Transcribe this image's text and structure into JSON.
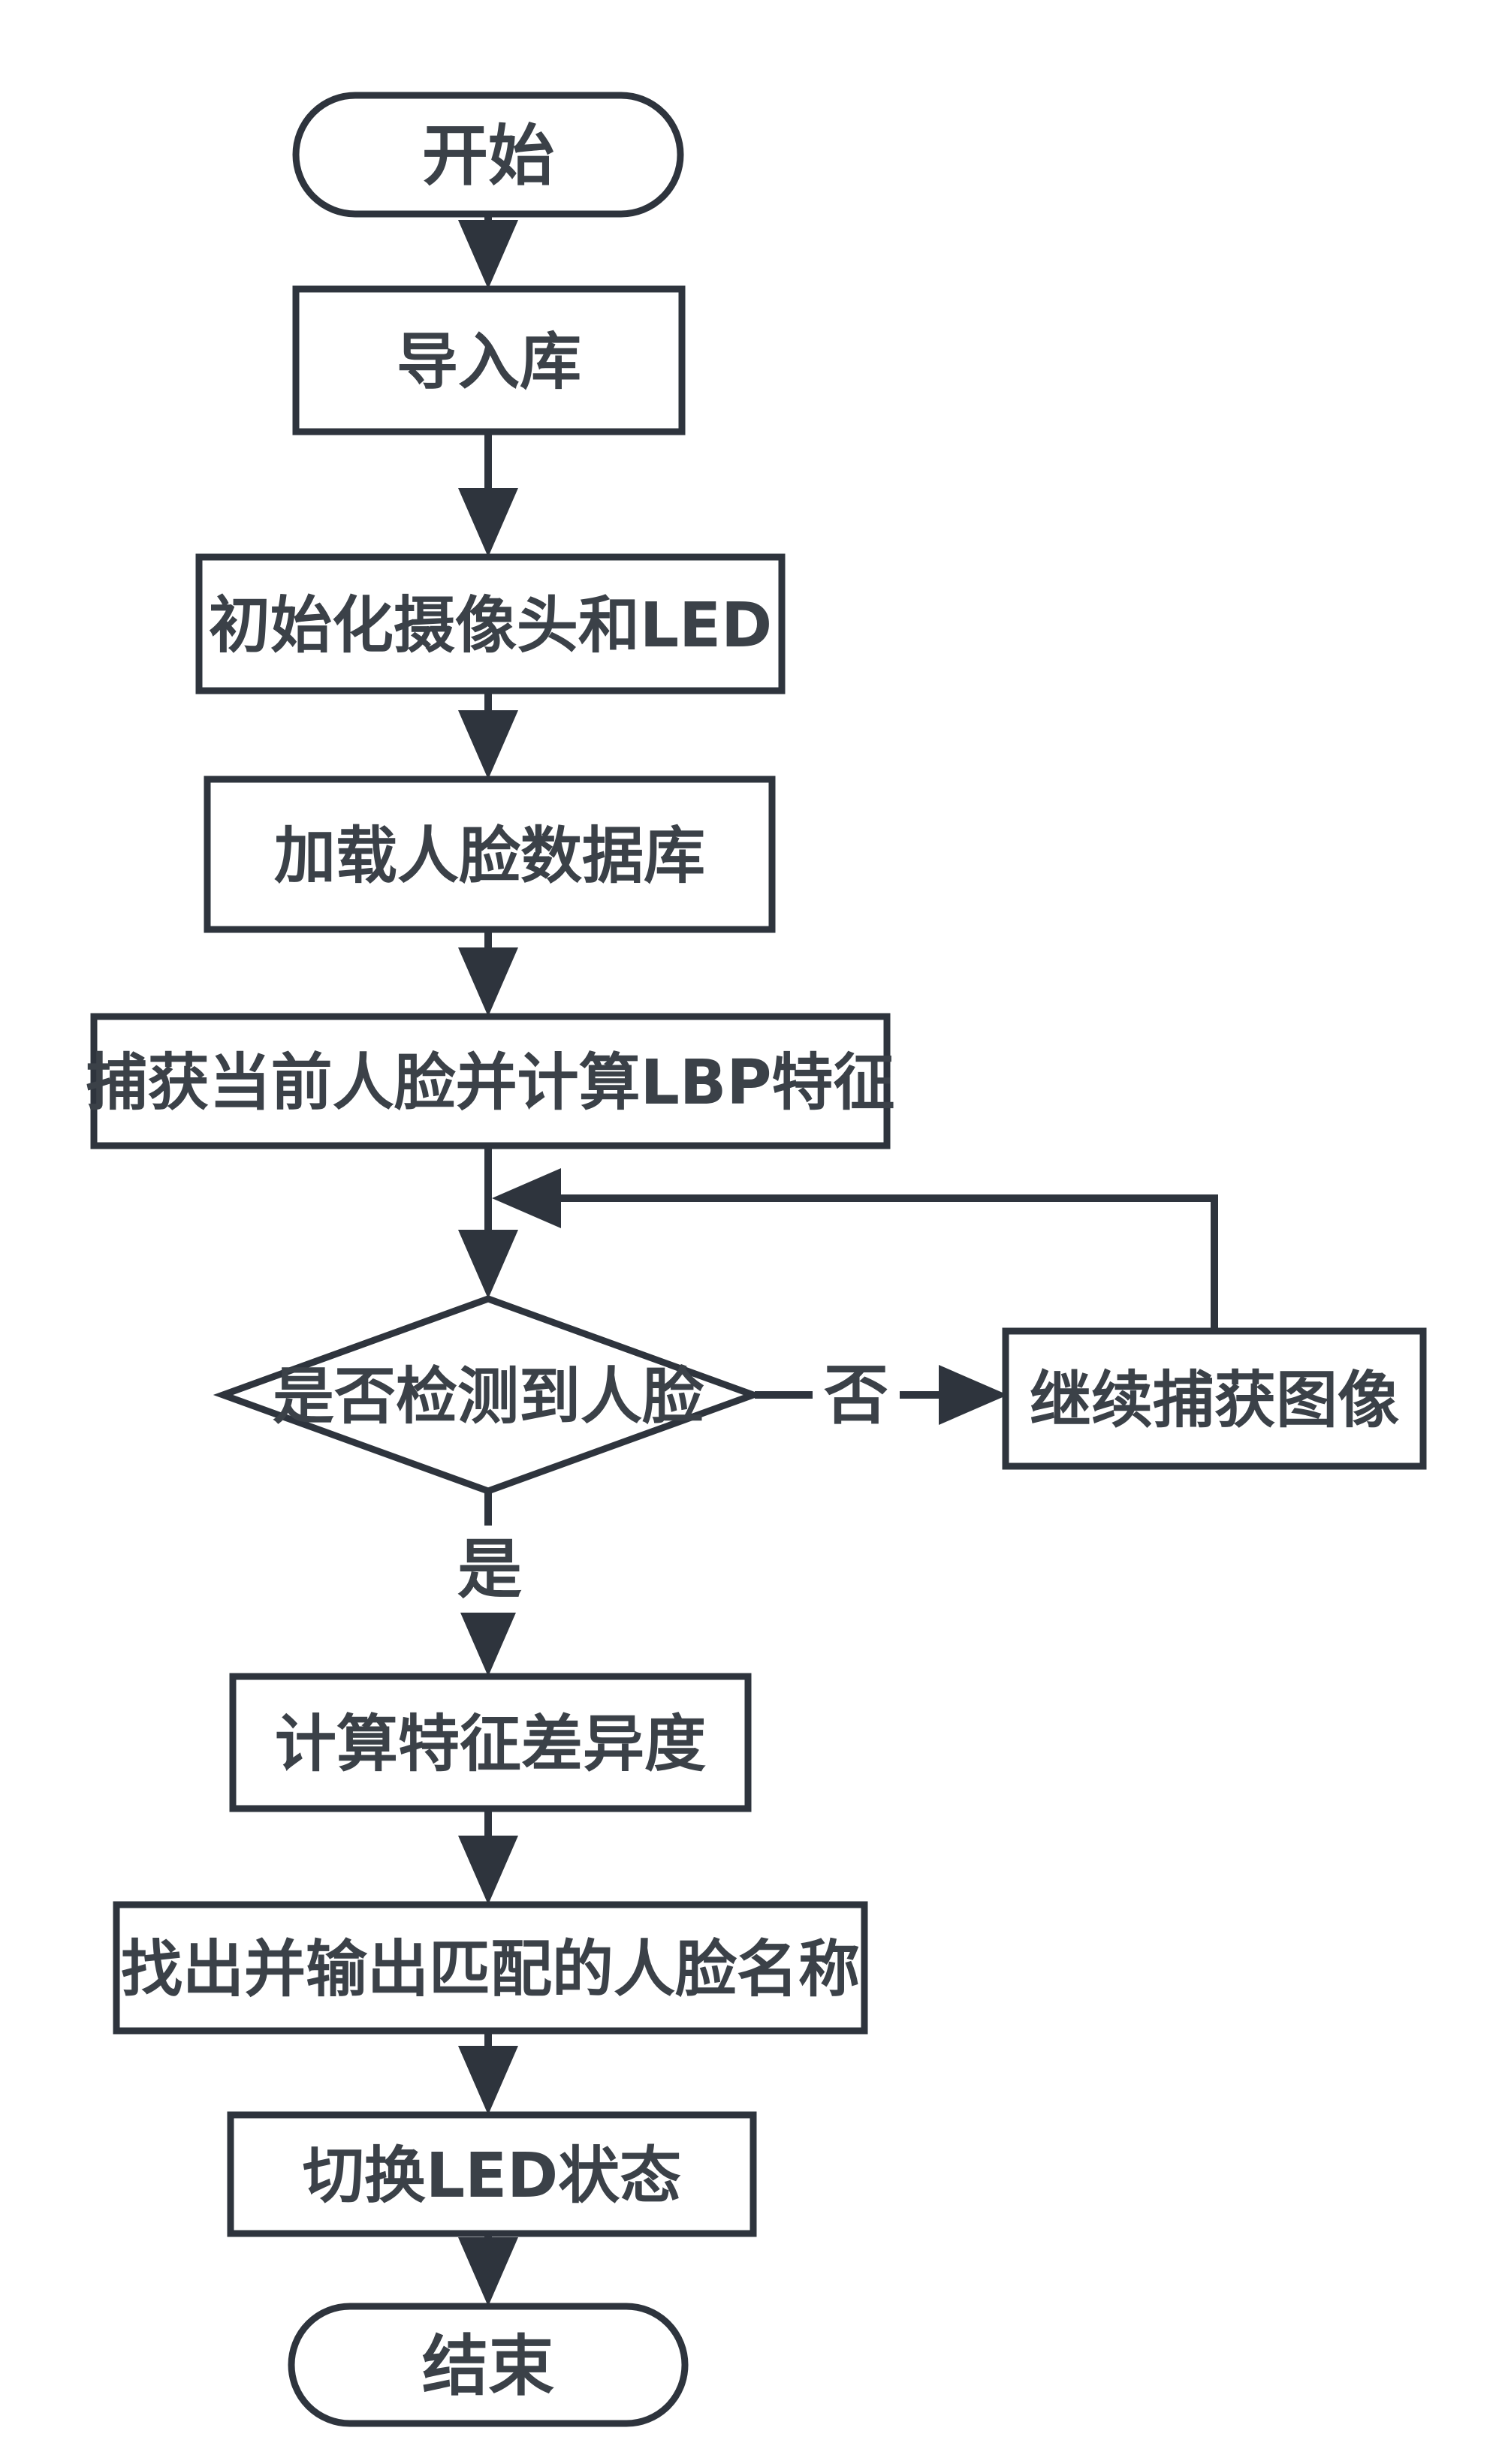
{
  "colors": {
    "stroke": "#2e343d",
    "text": "#3b4148",
    "background": "#ffffff"
  },
  "nodes": {
    "start": {
      "label": "开始"
    },
    "import_lib": {
      "label": "导入库"
    },
    "init_camera_led": {
      "label": "初始化摄像头和LED"
    },
    "load_face_db": {
      "label": "加载人脸数据库"
    },
    "capture_lbp": {
      "label": "捕获当前人脸并计算LBP特征"
    },
    "face_detected": {
      "label": "是否检测到人脸"
    },
    "continue_capture": {
      "label": "继续捕获图像"
    },
    "compute_diff": {
      "label": "计算特征差异度"
    },
    "output_match": {
      "label": "找出并输出匹配的人脸名称"
    },
    "toggle_led": {
      "label": "切换LED状态"
    },
    "end": {
      "label": "结束"
    }
  },
  "edge_labels": {
    "no": "否",
    "yes": "是"
  }
}
